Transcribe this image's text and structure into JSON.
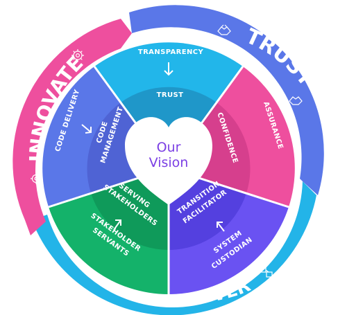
{
  "colors": {
    "innovate": "#ee4f9e",
    "trust": "#5a77e8",
    "deliver": "#23b4e8",
    "transparency": "#22b6ea",
    "trust_inner": "#1f97c9",
    "assurance": "#ee4f9e",
    "confidence": "#d63f8d",
    "system_custodian": "#6a52f2",
    "transition_facilitator": "#5440df",
    "stakeholder_servants": "#14b26a",
    "serving_stakeholders": "#0f9a5a",
    "code_delivery": "#5a77e8",
    "code_management": "#4f63d4",
    "center_text": "#7b3fe4"
  },
  "outer_ring": {
    "innovate": "INNOVATE",
    "trust": "TRUST",
    "deliver": "DELIVER"
  },
  "segments": {
    "transparency": {
      "outer": "TRANSPARENCY",
      "inner": "TRUST"
    },
    "assurance": {
      "outer": "ASSURANCE",
      "inner": "CONFIDENCE"
    },
    "custodian": {
      "outer_l1": "SYSTEM",
      "outer_l2": "CUSTODIAN",
      "inner_l1": "TRANSITION",
      "inner_l2": "FACILITATOR"
    },
    "stakeholder": {
      "outer_l1": "STAKEHOLDER",
      "outer_l2": "SERVANTS",
      "inner_l1": "SERVING",
      "inner_l2": "STAKEHOLDERS"
    },
    "code": {
      "outer": "CODE DELIVERY",
      "inner_l1": "CODE",
      "inner_l2": "MANAGEMENT"
    }
  },
  "center": {
    "line1": "Our",
    "line2": "Vision"
  },
  "icons": [
    "gear-icon",
    "handshake-icon",
    "shield-check-icon",
    "gears-icon"
  ]
}
